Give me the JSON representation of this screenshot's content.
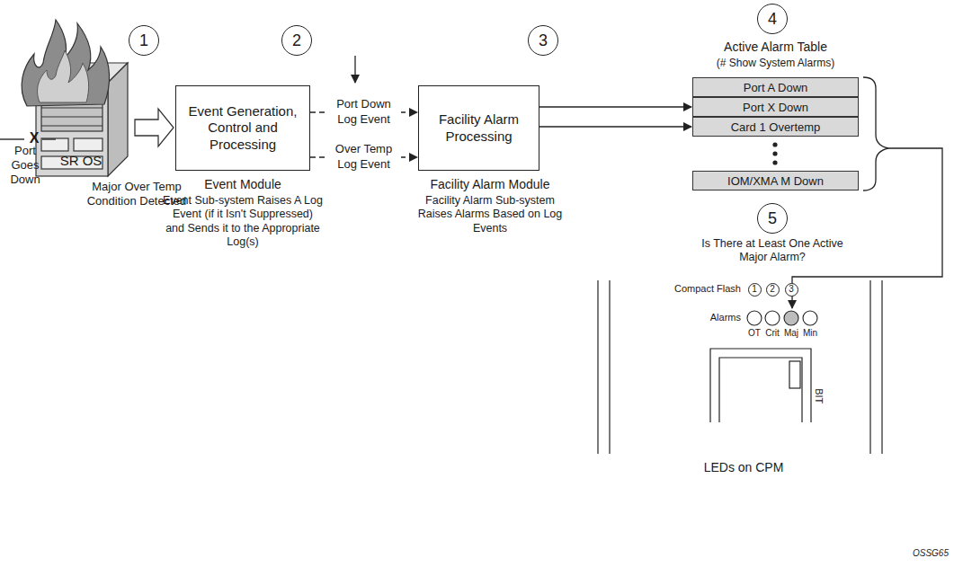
{
  "diagram": {
    "nodes": [
      {
        "text": [
          "1"
        ]
      },
      {
        "text": [
          "2"
        ]
      },
      {
        "text": [
          "Event Generation, Control and Processing"
        ]
      },
      {
        "text": [
          "3"
        ]
      },
      {
        "text": [
          "Facility Alarm Processing"
        ]
      },
      {
        "text": [
          "4"
        ]
      },
      {
        "text": [
          "Port A Down"
        ]
      },
      {
        "text": [
          "Port X Down"
        ]
      },
      {
        "text": [
          "Card 1 Overtemp"
        ]
      },
      {
        "text": [
          "IOM/XMA M Down"
        ]
      },
      {
        "text": [
          "5"
        ]
      },
      {
        "text": [
          "1"
        ]
      },
      {
        "text": [
          "2"
        ]
      },
      {
        "text": [
          "3"
        ]
      }
    ],
    "edges": [
      {
        "from": 2,
        "to": 4,
        "label": "Port Down Log Event",
        "arrow": "to"
      },
      {
        "from": 2,
        "to": 4,
        "label": "Over Temp Log Event",
        "arrow": "to"
      },
      {
        "from": 4,
        "to": 7,
        "arrow": "to"
      },
      {
        "from": 4,
        "to": 8,
        "arrow": "to"
      }
    ],
    "labels": [
      "X",
      "Port Goes Down",
      "SR OS",
      "Major Over Temp Condition Detected",
      "Event Module",
      "Event Sub-system Raises A Log Event (if it Isn't Suppressed) and Sends it to the Appropriate Log(s)",
      "Facility Alarm Module",
      "Facility Alarm Sub-system Raises Alarms Based on Log Events",
      "Active Alarm Table",
      "(# Show System Alarms)",
      "Is There at Least One Active Major Alarm?",
      "Compact Flash",
      "Alarms",
      "OT",
      "Crit",
      "Maj",
      "Min",
      "BIT",
      "LEDs on CPM",
      "OSSG65"
    ]
  }
}
